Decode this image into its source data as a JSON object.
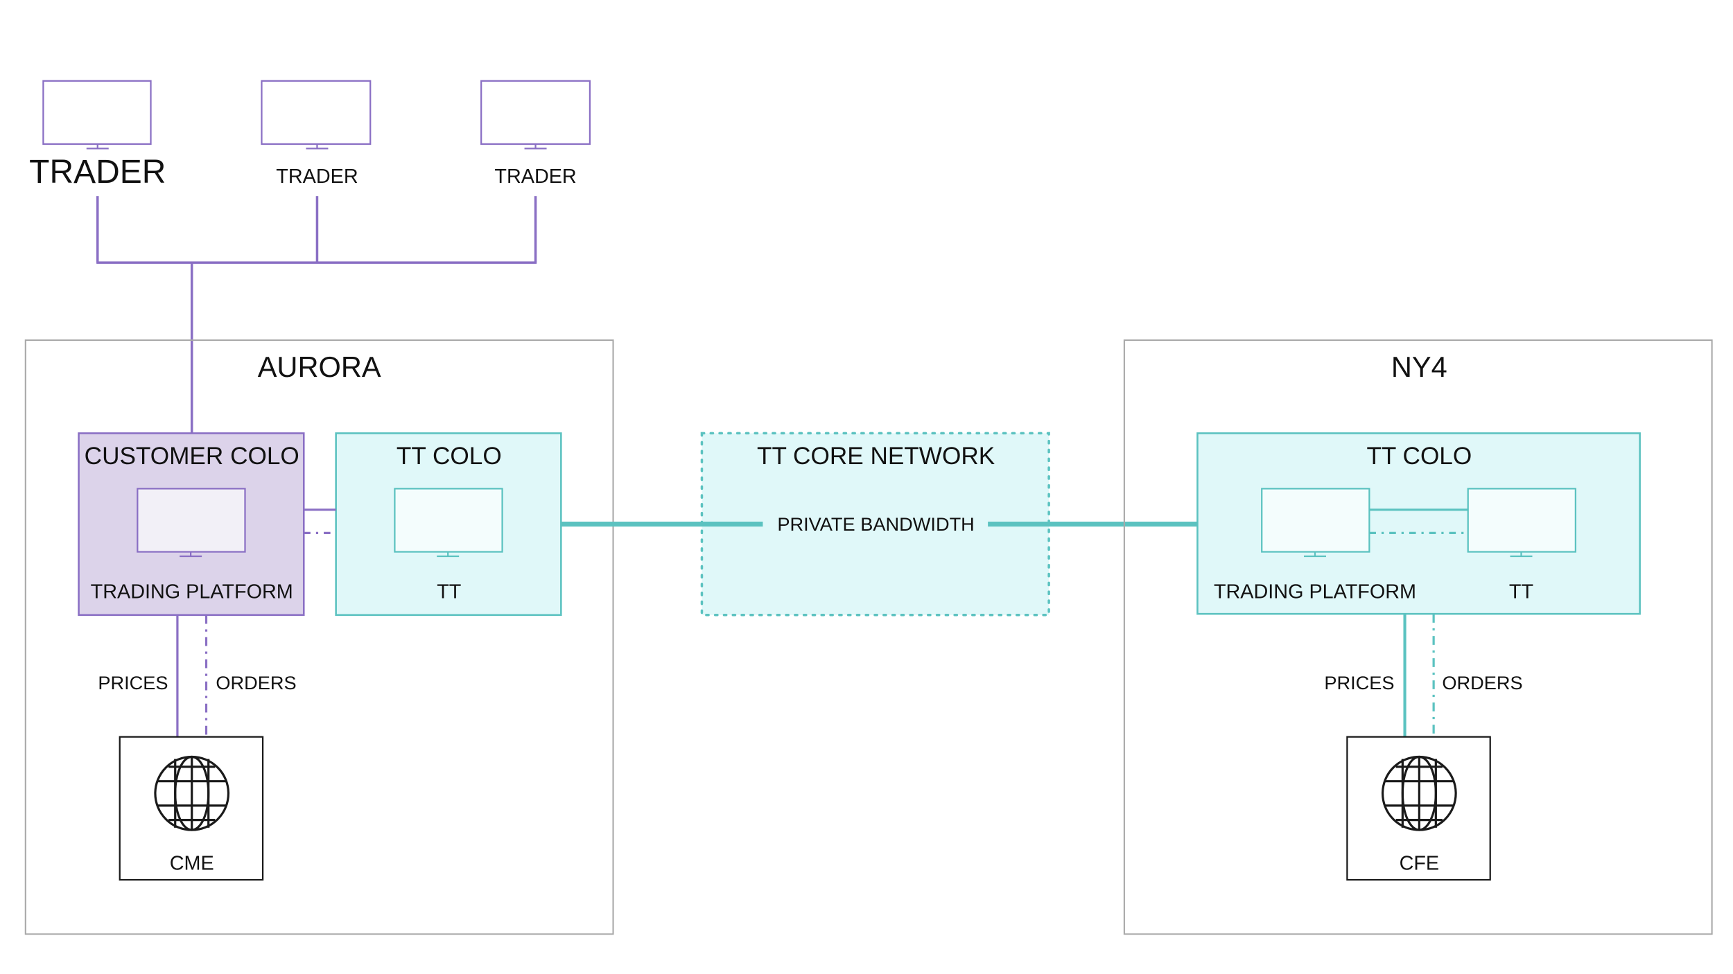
{
  "colors": {
    "purple": "#8a6fc4",
    "purple_fill": "#dcd3ea",
    "teal": "#5bc2c0",
    "teal_fill": "#e0f8f9",
    "gray": "#a8a8a8",
    "black": "#1a1a1a"
  },
  "traders": [
    {
      "label": "TRADER",
      "icon": "monitor-icon"
    },
    {
      "label": "TRADER",
      "icon": "monitor-icon"
    },
    {
      "label": "TRADER",
      "icon": "monitor-icon"
    }
  ],
  "aurora": {
    "title": "AURORA",
    "customer_colo": {
      "title": "CUSTOMER COLO",
      "platform_label": "TRADING PLATFORM"
    },
    "tt_colo": {
      "title": "TT COLO",
      "tt_label": "TT"
    },
    "prices_label": "PRICES",
    "orders_label": "ORDERS",
    "exchange": {
      "label": "CME",
      "icon": "globe-icon"
    }
  },
  "core_network": {
    "title": "TT CORE NETWORK",
    "link_label": "PRIVATE BANDWIDTH"
  },
  "ny4": {
    "title": "NY4",
    "tt_colo": {
      "title": "TT COLO",
      "platform_label": "TRADING PLATFORM",
      "tt_label": "TT"
    },
    "prices_label": "PRICES",
    "orders_label": "ORDERS",
    "exchange": {
      "label": "CFE",
      "icon": "globe-icon"
    }
  }
}
